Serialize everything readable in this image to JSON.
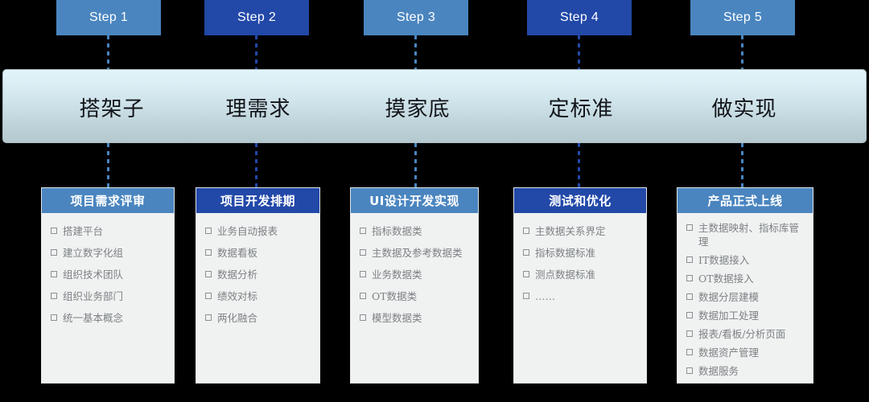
{
  "palette": {
    "background": "#000000",
    "accent_light": "#4a85bf",
    "accent_dark": "#2248a8",
    "banner_top": "#e2f4f9",
    "banner_bottom": "#b4c9cf",
    "card_body": "#f0f2f2",
    "item_text": "#7d8184"
  },
  "steps": [
    {
      "label": "Step 1",
      "tone": "light"
    },
    {
      "label": "Step 2",
      "tone": "dark"
    },
    {
      "label": "Step 3",
      "tone": "light"
    },
    {
      "label": "Step 4",
      "tone": "dark"
    },
    {
      "label": "Step 5",
      "tone": "light"
    }
  ],
  "banner": {
    "labels": [
      {
        "text": "搭架子"
      },
      {
        "text": "理需求"
      },
      {
        "text": "摸家底"
      },
      {
        "text": "定标准"
      },
      {
        "text": "做实现"
      }
    ]
  },
  "cards": [
    {
      "title": "项目需求评审",
      "tone": "light",
      "items": [
        "搭建平台",
        "建立数字化组",
        "组织技术团队",
        "组织业务部门",
        "统一基本概念"
      ]
    },
    {
      "title": "项目开发排期",
      "tone": "dark",
      "items": [
        "业务自动报表",
        "数据看板",
        "数据分析",
        "绩效对标",
        "两化融合"
      ]
    },
    {
      "title": "UI设计开发实现",
      "tone": "light",
      "items": [
        "指标数据类",
        "主数据及参考数据类",
        "业务数据类",
        "OT数据类",
        "模型数据类"
      ]
    },
    {
      "title": "测试和优化",
      "tone": "dark",
      "items": [
        "主数据关系界定",
        "指标数据标准",
        "测点数据标准",
        "……"
      ]
    },
    {
      "title": "产品正式上线",
      "tone": "light",
      "items": [
        "主数据映射、指标库管理",
        "IT数据接入",
        "OT数据接入",
        "数据分层建模",
        "数据加工处理",
        "报表/看板/分析页面",
        "数据资产管理",
        "数据服务"
      ]
    }
  ],
  "icons": {
    "checkbox": "checkbox-square-icon"
  }
}
